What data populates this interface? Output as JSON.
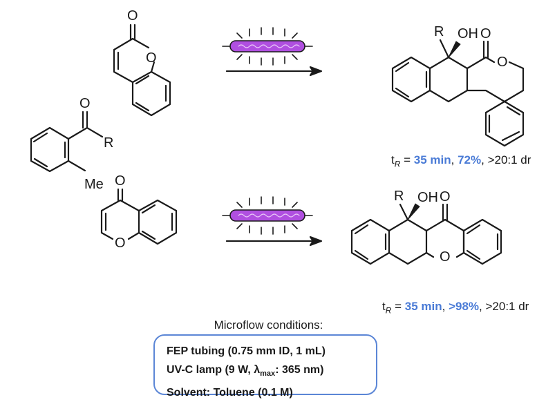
{
  "atoms": {
    "O": "O",
    "R": "R",
    "OH": "OH",
    "Me": "Me"
  },
  "results": {
    "top": {
      "t_label": "t",
      "t_sub": "R",
      "eq": " = ",
      "time": "35 min",
      "sep": ", ",
      "yield": "72%",
      "dr": ", >20:1 dr"
    },
    "bottom": {
      "t_label": "t",
      "t_sub": "R",
      "eq": " = ",
      "time": "35 min",
      "sep": ", ",
      "yield": ">98%",
      "dr": ", >20:1 dr"
    }
  },
  "conditions": {
    "title": "Microflow conditions:",
    "line1": "FEP tubing (0.75 mm ID, 1 mL)",
    "line2_pre": "UV-C lamp (9 W, ",
    "line2_lambda": "λ",
    "line2_sub": "max",
    "line2_post": ": 365 nm)",
    "line3": "Solvent: Toluene (0.1 M)"
  },
  "colors": {
    "highlight": "#4a7bd6",
    "box_border": "#5b86d6",
    "lamp": "#b04fe0"
  }
}
